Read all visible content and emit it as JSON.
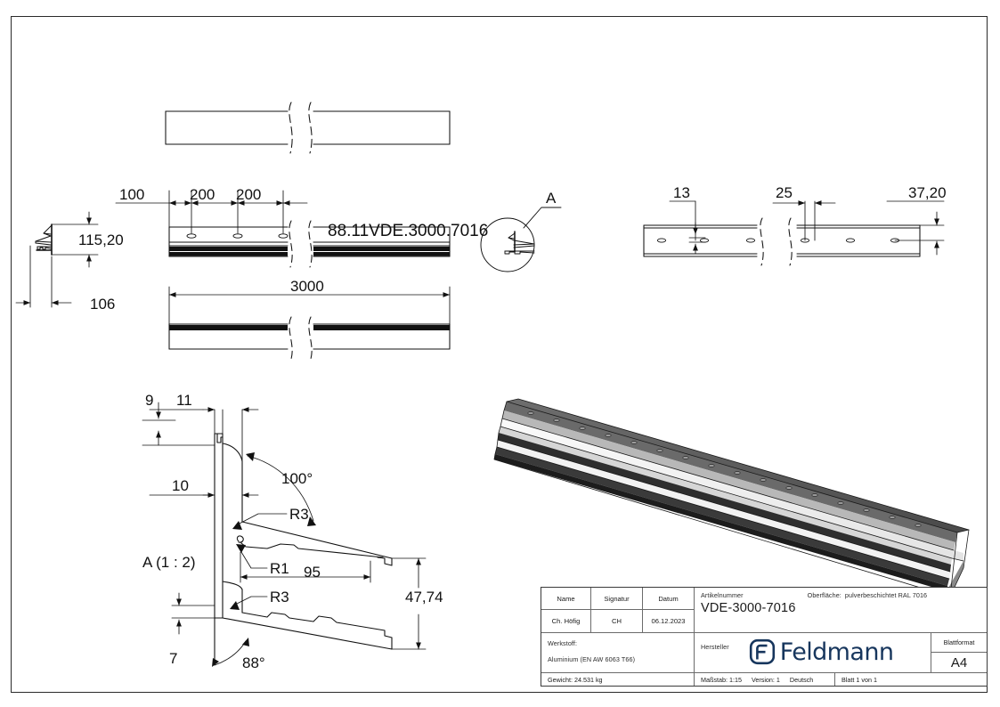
{
  "drawing": {
    "part_label": "88.11VDE.3000.7016",
    "detail_view_label": "A (1 : 2)",
    "detail_callout": "A",
    "dimensions": {
      "d_100": "100",
      "d_200a": "200",
      "d_200b": "200",
      "d_115_20": "115,20",
      "d_106": "106",
      "d_3000": "3000",
      "d_13": "13",
      "d_25": "25",
      "d_37_20": "37,20",
      "d_9": "9",
      "d_11": "11",
      "d_10": "10",
      "d_7": "7",
      "d_95": "95",
      "d_47_74": "47,74",
      "a_100deg": "100°",
      "a_88deg": "88°",
      "r1": "R1",
      "r3_upper": "R3",
      "r3_lower": "R3"
    }
  },
  "title_block": {
    "headers": {
      "name": "Name",
      "signature": "Signatur",
      "date": "Datum"
    },
    "values": {
      "name": "Ch. Höfig",
      "signature": "CH",
      "date": "06.12.2023"
    },
    "article": {
      "label": "Artikelnummer",
      "value": "VDE-3000-7016"
    },
    "surface": {
      "label": "Oberfläche:",
      "value": "pulverbeschichtet RAL 7016"
    },
    "material": {
      "label": "Werkstoff:",
      "value": "Aluminium (EN AW 6063 T66)"
    },
    "manufacturer": {
      "label": "Hersteller",
      "logo_text": "Feldmann",
      "logo_color": "#17365d"
    },
    "sheet_format": {
      "label": "Blattformat",
      "value": "A4"
    },
    "weight": "Gewicht: 24.531 kg",
    "scale": "Maßstab: 1:15",
    "version": "Version: 1",
    "language": "Deutsch",
    "sheet": "Blatt 1 von 1"
  }
}
